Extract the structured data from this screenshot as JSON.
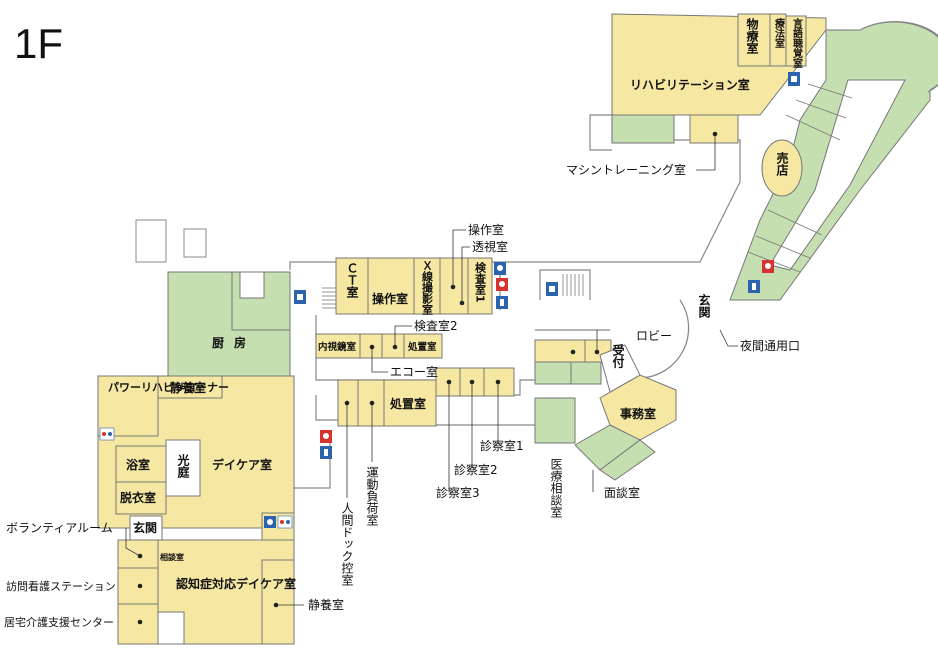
{
  "floor": "1F",
  "colors": {
    "room": "#f6e8a3",
    "green": "#c6dfb0",
    "wall": "#888888",
    "restroom_female": "#d6322f",
    "accessible": "#2c63ad"
  },
  "labels": {
    "rehab_room": "リハビリテーション室",
    "physio": "物療室",
    "occupational": "療法室",
    "speech": "言語聴覚室",
    "machine_training": "マシントレーニング室",
    "shop": "売店",
    "ct": "ＣＴ室",
    "control1": "操作室",
    "xray": "Ｘ線撮影室",
    "control2": "操作室",
    "fluoroscopy": "透視室",
    "exam1": "検査室1",
    "exam2": "検査室2",
    "endoscopy": "内視鏡室",
    "treatment_small": "処置室",
    "echo": "エコー室",
    "treatment": "処置室",
    "reception": "受付",
    "lobby": "ロビー",
    "entrance_east": "玄関",
    "night_entrance": "夜間通用口",
    "office": "事務室",
    "consult_room1": "診察室1",
    "consult_room2": "診察室2",
    "consult_room3": "診察室3",
    "medical_consult": "医療相談室",
    "interview": "面談室",
    "exercise_load": "運動負荷室",
    "dock_waiting": "人間ドック控室",
    "kitchen": "厨房",
    "power_rehab": "パワーリハビリコーナー",
    "rest_room1": "静養室",
    "bath": "浴室",
    "courtyard": "光庭",
    "daycare": "デイケア室",
    "dressing": "脱衣室",
    "volunteer": "ボランティアルーム",
    "entrance_west": "玄関",
    "consult_small": "相談室",
    "visiting_nurse": "訪問看護ステーション",
    "home_care": "居宅介護支援センター",
    "dementia_daycare": "認知症対応デイケア室",
    "rest_room2": "静養室"
  }
}
